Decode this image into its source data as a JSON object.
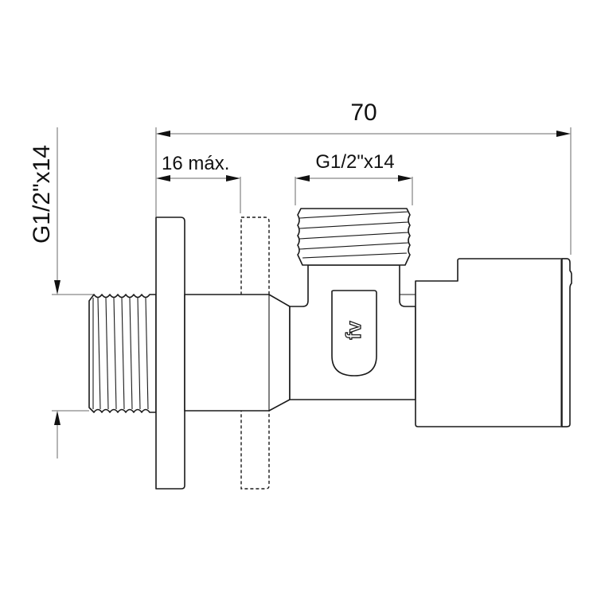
{
  "drawing": {
    "subject": "angle valve technical drawing (side view)",
    "colors": {
      "line": "#1a1a1a",
      "dimension": "#6a6a6a",
      "background": "#ffffff"
    },
    "dimensions": {
      "overall_length": "70",
      "wall_depth": "16 máx.",
      "outlet_thread": "G1/2\"x14",
      "inlet_thread": "G1/2\"x14"
    },
    "logo": {
      "icon": "fv-logo-icon",
      "text": "fv"
    }
  }
}
